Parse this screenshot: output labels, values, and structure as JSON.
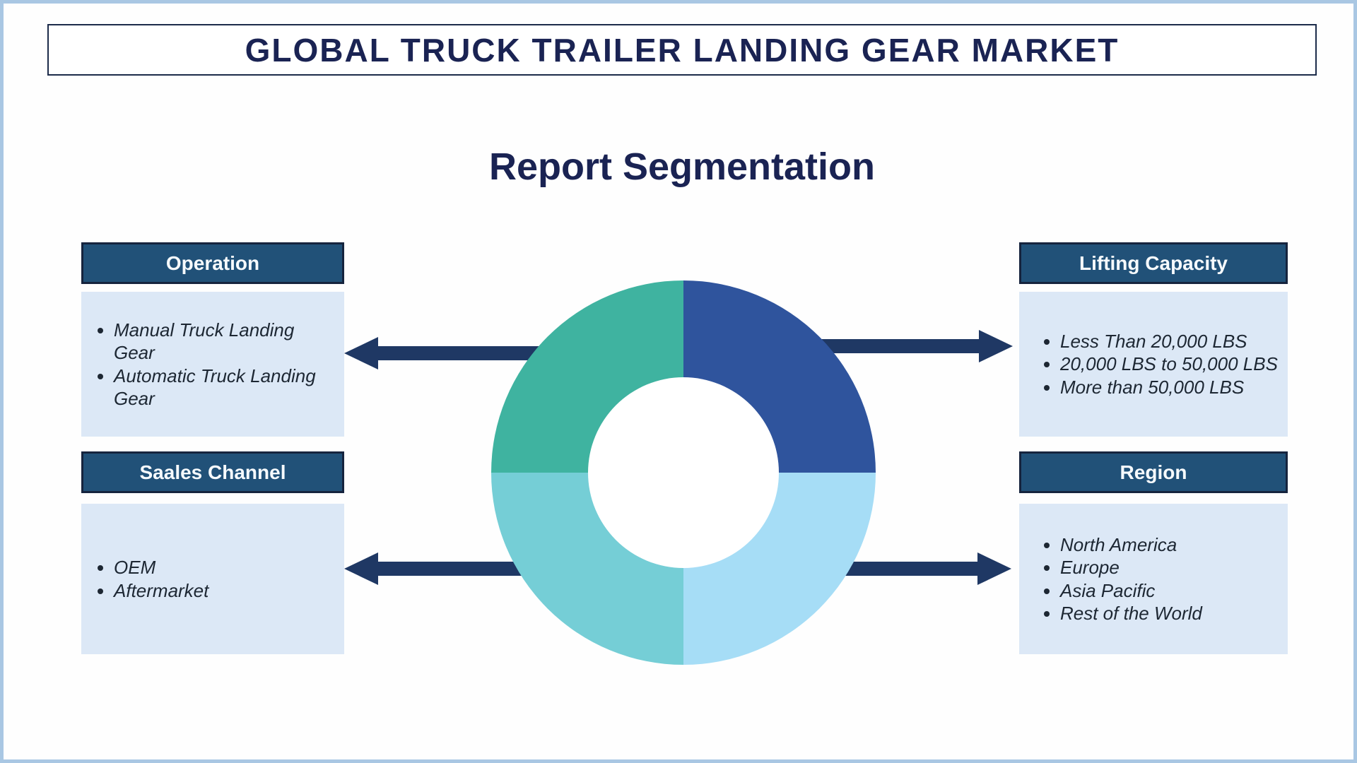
{
  "page": {
    "title": "GLOBAL TRUCK TRAILER LANDING GEAR MARKET",
    "subtitle": "Report Segmentation"
  },
  "panels": [
    {
      "position": "top-left",
      "title": "Operation",
      "items": [
        "Manual Truck Landing Gear",
        "Automatic Truck Landing Gear"
      ]
    },
    {
      "position": "bottom-left",
      "title": "Saales Channel",
      "items": [
        "OEM",
        "Aftermarket"
      ]
    },
    {
      "position": "top-right",
      "title": "Lifting Capacity",
      "items": [
        "Less Than 20,000 LBS",
        "20,000 LBS to 50,000 LBS",
        "More than 50,000 LBS"
      ]
    },
    {
      "position": "bottom-right",
      "title": "Region",
      "items": [
        "North America",
        "Europe",
        "Asia Pacific",
        "Rest of the World"
      ]
    }
  ],
  "donut": {
    "type": "donut",
    "segments": [
      {
        "position": "top-right",
        "fraction": 0.25,
        "color": "#2f549d"
      },
      {
        "position": "bottom-right",
        "fraction": 0.25,
        "color": "#a6ddf6"
      },
      {
        "position": "bottom-left",
        "fraction": 0.25,
        "color": "#75ced6"
      },
      {
        "position": "top-left",
        "fraction": 0.25,
        "color": "#3fb3a0"
      }
    ]
  },
  "colors": {
    "outer_border": "#a9c7e3",
    "title_text": "#1a2353",
    "title_box_border": "#1c2b4a",
    "header_bg": "#215178",
    "header_border": "#16243e",
    "header_text": "#f6fafd",
    "panel_bg": "#dce8f6",
    "bullet_text": "#1d2733",
    "arrow": "#1f3864"
  }
}
